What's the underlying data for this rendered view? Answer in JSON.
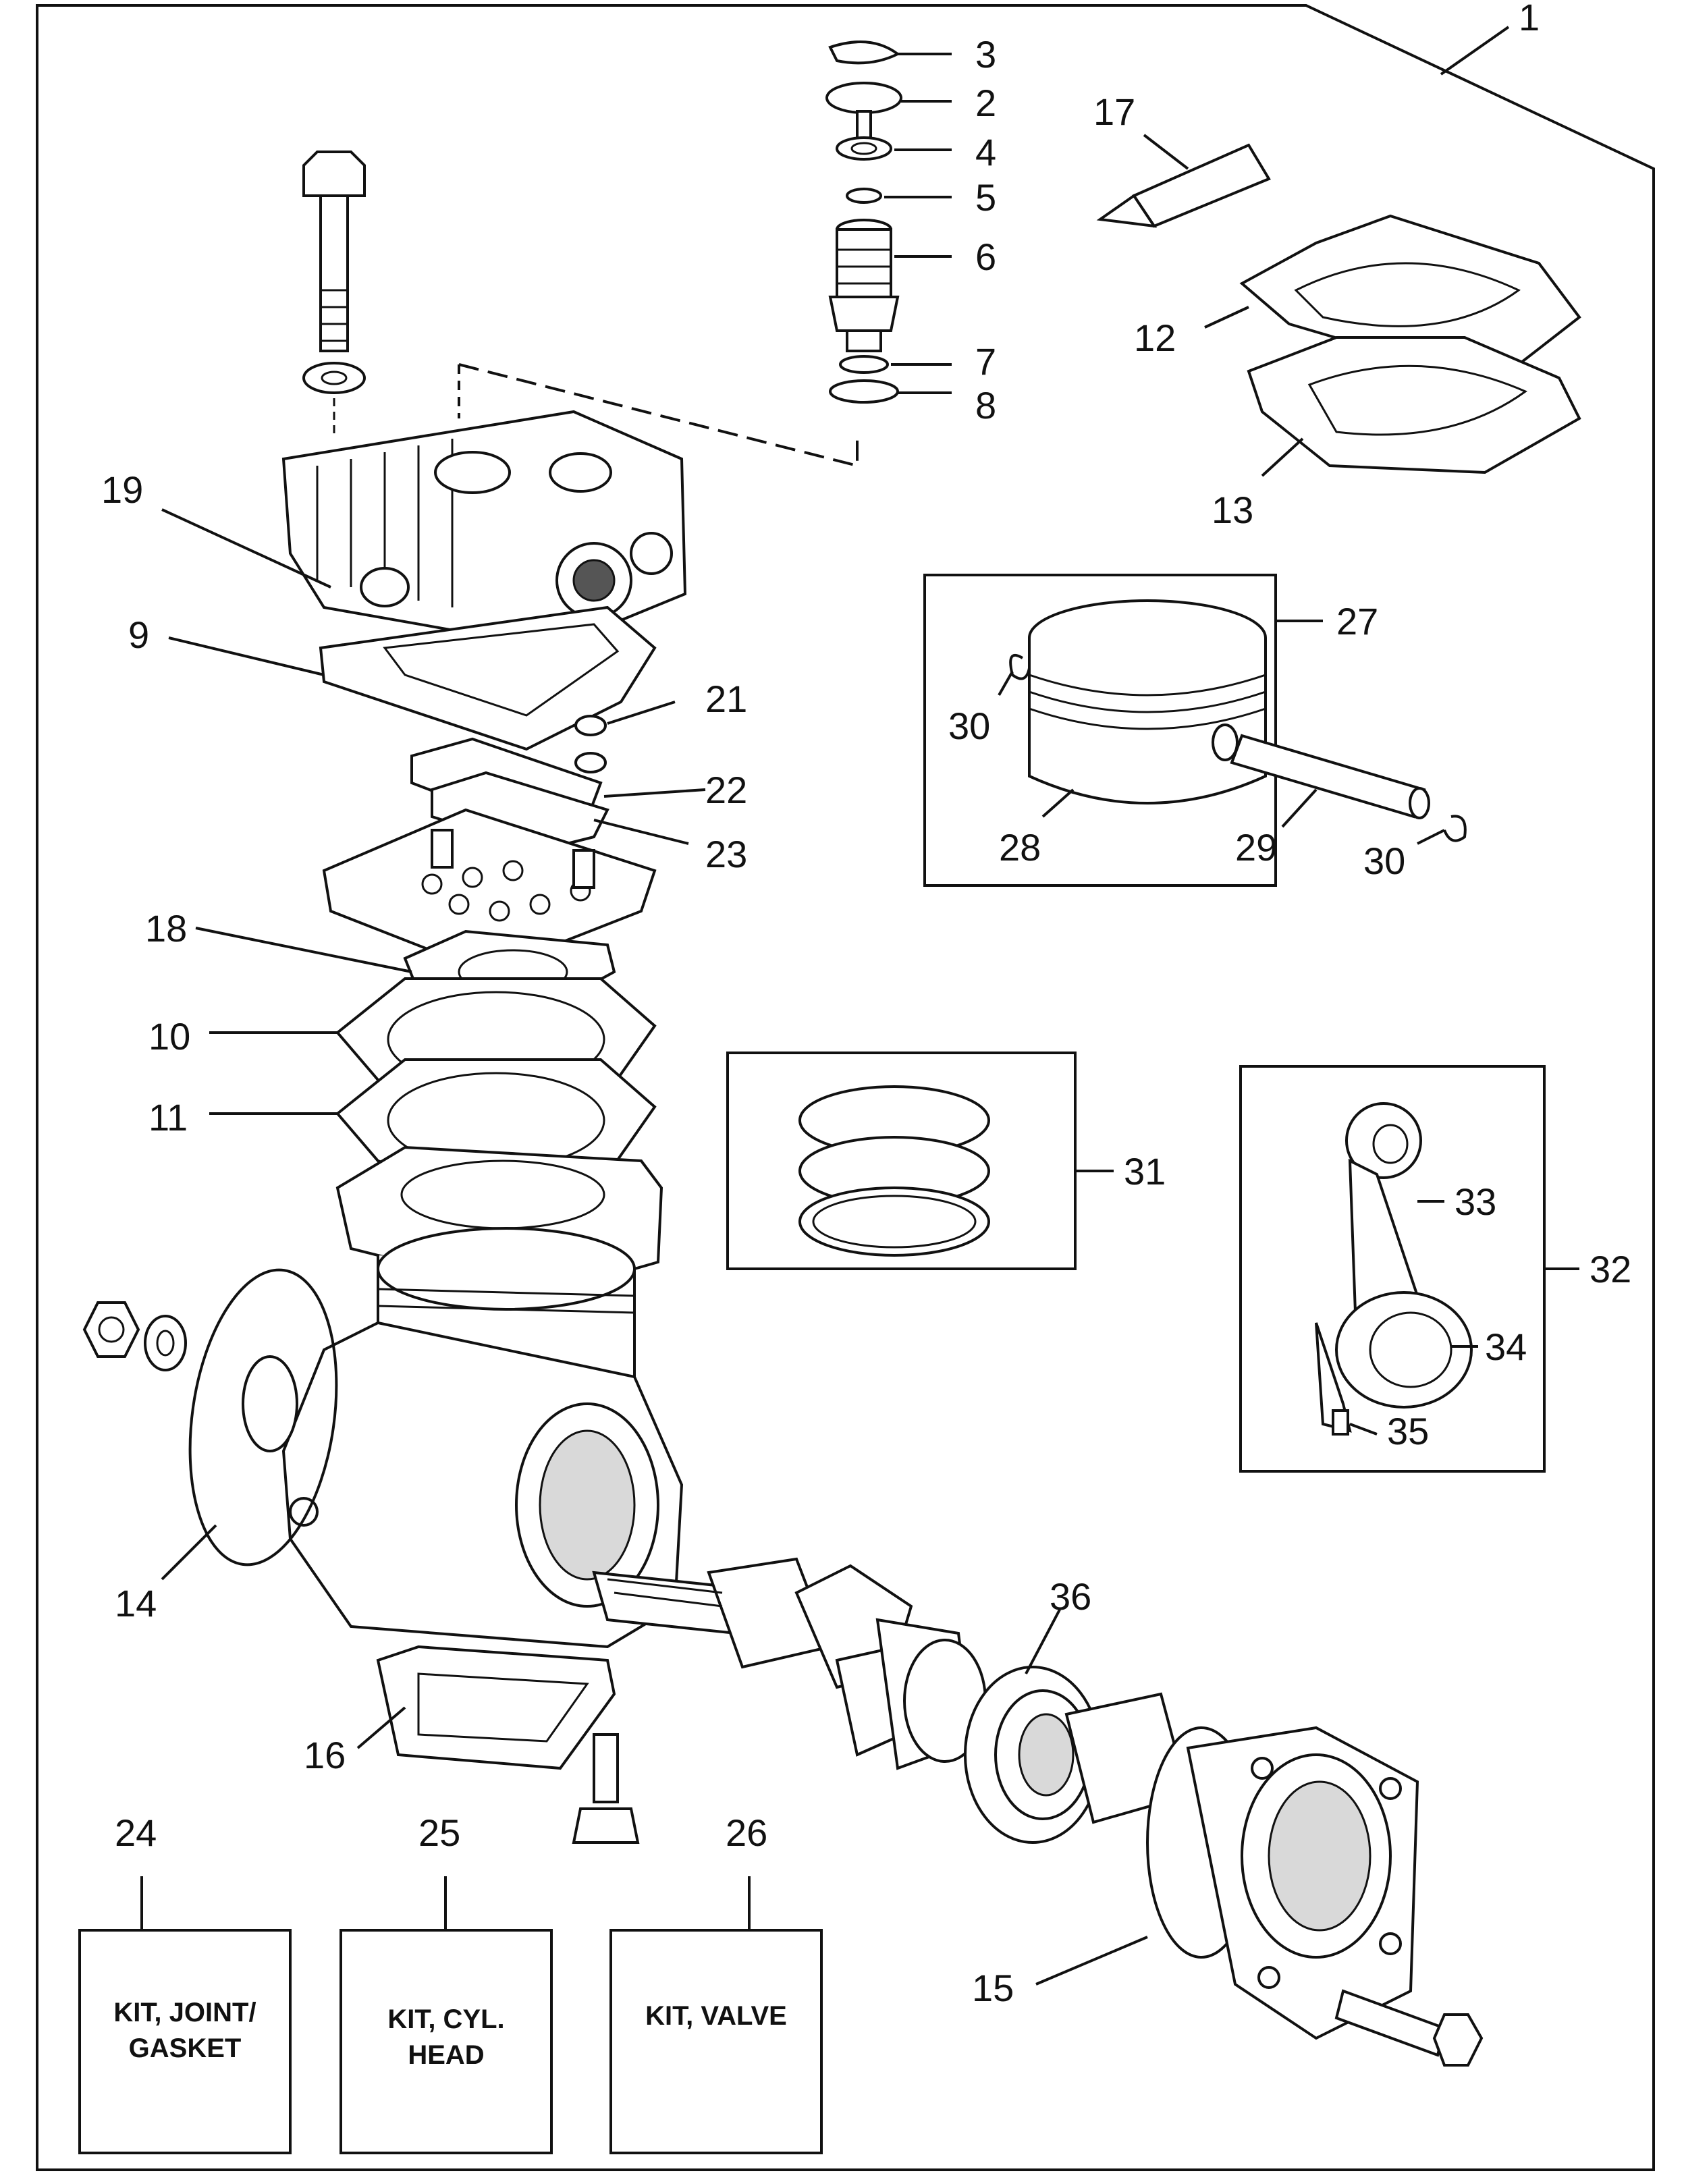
{
  "callouts": [
    "1",
    "2",
    "3",
    "4",
    "5",
    "6",
    "7",
    "8",
    "9",
    "10",
    "11",
    "12",
    "13",
    "14",
    "15",
    "16",
    "17",
    "18",
    "19",
    "21",
    "22",
    "23",
    "24",
    "25",
    "26",
    "27",
    "28",
    "29",
    "30",
    "30",
    "31",
    "32",
    "33",
    "34",
    "35",
    "36"
  ],
  "kits": [
    {
      "number": "24",
      "line1": "KIT, JOINT/",
      "line2": "GASKET"
    },
    {
      "number": "25",
      "line1": "KIT, CYL.",
      "line2": "HEAD"
    },
    {
      "number": "26",
      "line1": "KIT, VALVE",
      "line2": ""
    }
  ]
}
